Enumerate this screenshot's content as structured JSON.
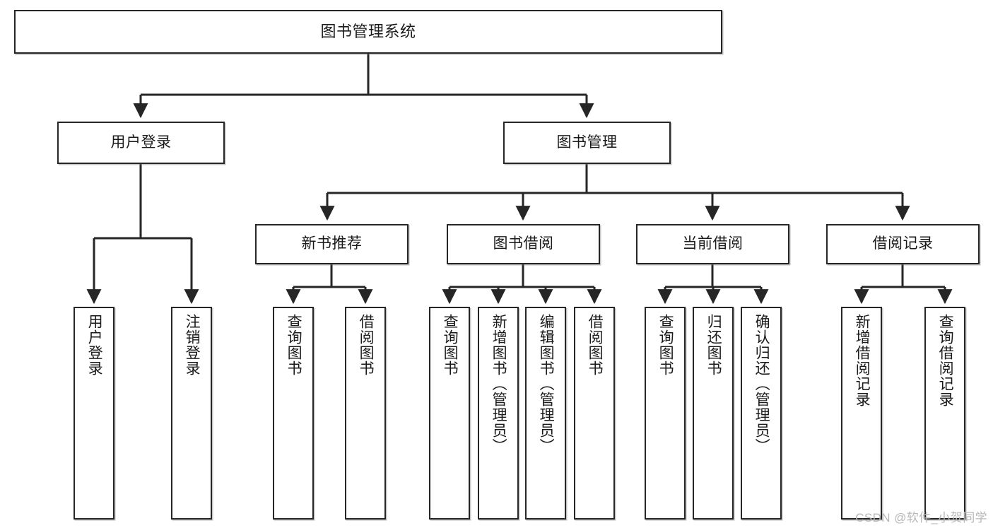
{
  "diagram": {
    "title": "图书管理系统",
    "type": "tree-hierarchy-chart",
    "watermark": "CSDN @软件_小贺同学",
    "colors": {
      "box_border": "#262626",
      "box_fill": "#ffffff",
      "edge": "#262626",
      "text": "#1a1a1a",
      "watermark": "#b8b8b8"
    },
    "nodes": {
      "root": {
        "label": "图书管理系统"
      },
      "level2": [
        {
          "id": "user-login",
          "label": "用户登录"
        },
        {
          "id": "book-manage",
          "label": "图书管理"
        }
      ],
      "level3": [
        {
          "id": "new-book-recommend",
          "label": "新书推荐"
        },
        {
          "id": "book-borrow",
          "label": "图书借阅"
        },
        {
          "id": "current-borrow",
          "label": "当前借阅"
        },
        {
          "id": "borrow-record",
          "label": "借阅记录"
        }
      ],
      "leaves": {
        "user-login": [
          {
            "id": "leaf-user-login",
            "label": "用户登录"
          },
          {
            "id": "leaf-logout-login",
            "label": "注销登录"
          }
        ],
        "new-book-recommend": [
          {
            "id": "leaf-query-book-1",
            "label": "查询图书"
          },
          {
            "id": "leaf-borrow-book-1",
            "label": "借阅图书"
          }
        ],
        "book-borrow": [
          {
            "id": "leaf-query-book-2",
            "label": "查询图书"
          },
          {
            "id": "leaf-add-book",
            "label": "新增图书（管理员）"
          },
          {
            "id": "leaf-edit-book",
            "label": "编辑图书（管理员）"
          },
          {
            "id": "leaf-borrow-book-2",
            "label": "借阅图书"
          }
        ],
        "current-borrow": [
          {
            "id": "leaf-query-book-3",
            "label": "查询图书"
          },
          {
            "id": "leaf-return-book",
            "label": "归还图书"
          },
          {
            "id": "leaf-confirm-return",
            "label": "确认归还（管理员）"
          }
        ],
        "borrow-record": [
          {
            "id": "leaf-add-record",
            "label": "新增借阅记录"
          },
          {
            "id": "leaf-query-record",
            "label": "查询借阅记录"
          }
        ]
      }
    }
  }
}
